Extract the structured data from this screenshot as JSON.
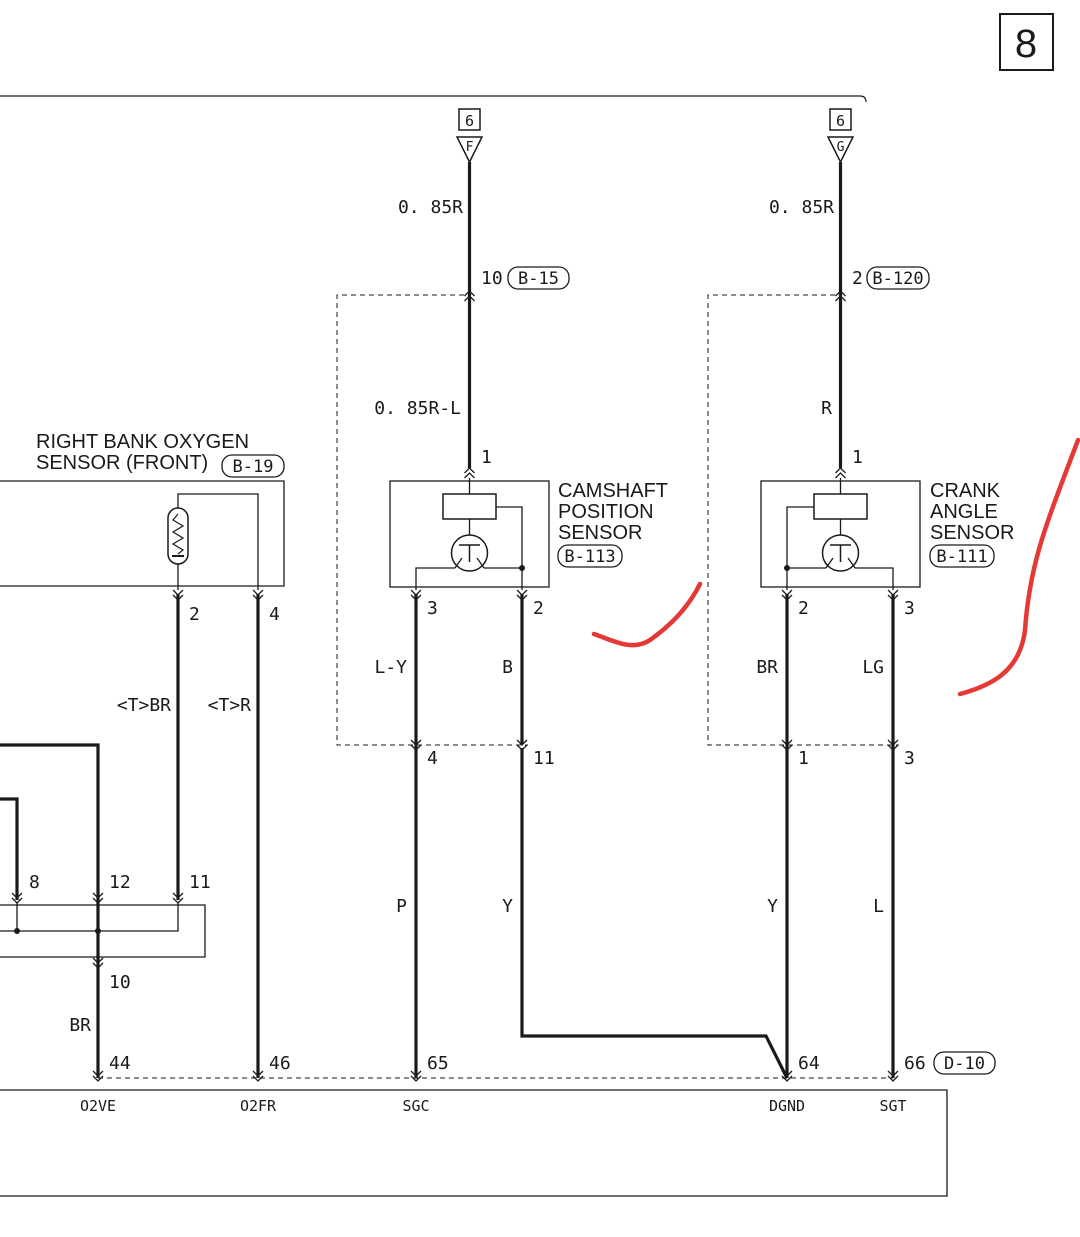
{
  "page_number": "8",
  "connectors": {
    "top_f": {
      "num": "6",
      "letter": "F"
    },
    "top_g": {
      "num": "6",
      "letter": "G"
    },
    "b15": {
      "pin": "10",
      "ref": "B-15"
    },
    "b120": {
      "pin": "2",
      "ref": "B-120"
    },
    "b19": {
      "ref": "B-19"
    },
    "d10": {
      "pin": "66",
      "ref": "D-10"
    }
  },
  "wires": {
    "w_085r_left": "0. 85R",
    "w_085r_right": "0. 85R",
    "w_085rl": "0. 85R-L",
    "w_r": "R",
    "w_ly": "L-Y",
    "w_b": "B",
    "w_br_crank": "BR",
    "w_lg": "LG",
    "w_tbr": "<T>BR",
    "w_tr": "<T>R",
    "w_p": "P",
    "w_y_cam": "Y",
    "w_y_crank": "Y",
    "w_l": "L",
    "w_br_bottom": "BR"
  },
  "components": {
    "oxygen_sensor": {
      "line1": "RIGHT BANK OXYGEN",
      "line2": "SENSOR (FRONT)"
    },
    "camshaft_sensor": {
      "line1": "CAMSHAFT",
      "line2": "POSITION",
      "line3": "SENSOR",
      "ref": "B-113"
    },
    "crank_sensor": {
      "line1": "CRANK",
      "line2": "ANGLE",
      "line3": "SENSOR",
      "ref": "B-111"
    }
  },
  "pins": {
    "cam_1": "1",
    "cam_3": "3",
    "cam_2": "2",
    "crank_1": "1",
    "crank_2": "2",
    "crank_3": "3",
    "o2_2": "2",
    "o2_4": "4",
    "mid_4": "4",
    "mid_11": "11",
    "mid_1": "1",
    "mid_3": "3",
    "j_8": "8",
    "j_12": "12",
    "j_11": "11",
    "j_10": "10",
    "ecm_44": "44",
    "ecm_46": "46",
    "ecm_65": "65",
    "ecm_64": "64"
  },
  "ecm_terminals": {
    "o2ve": "O2VE",
    "o2fr": "O2FR",
    "sgc": "SGC",
    "dgnd": "DGND",
    "sgt": "SGT"
  },
  "colors": {
    "wire": "#1a1a1a",
    "annotation": "#e53935"
  }
}
